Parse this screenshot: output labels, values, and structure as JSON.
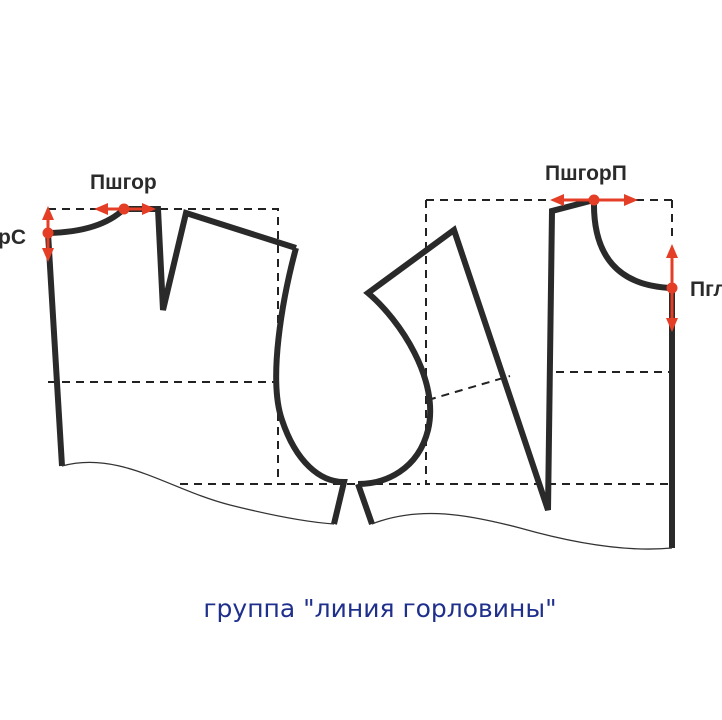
{
  "labels": {
    "back_neck_height": "рС",
    "back_neck_width": "Пшгор",
    "front_neck_width": "ПшгорП",
    "front_neck_depth": "Пгл"
  },
  "caption": "группа \"линия горловины\"",
  "colors": {
    "outline": "#2a2a2a",
    "marker": "#e43e26",
    "caption": "#1f2f8c"
  }
}
